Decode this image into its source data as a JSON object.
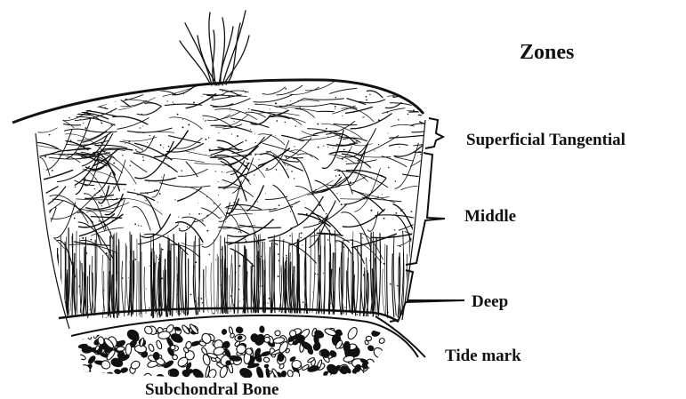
{
  "diagram": {
    "title": "Zones",
    "zones": [
      {
        "id": "superficial",
        "label": "Superficial Tangential"
      },
      {
        "id": "middle",
        "label": "Middle"
      },
      {
        "id": "deep",
        "label": "Deep"
      }
    ],
    "tide_mark_label": "Tide mark",
    "bone_label": "Subchondral Bone",
    "colors": {
      "ink": "#111111",
      "background": "#ffffff"
    }
  }
}
